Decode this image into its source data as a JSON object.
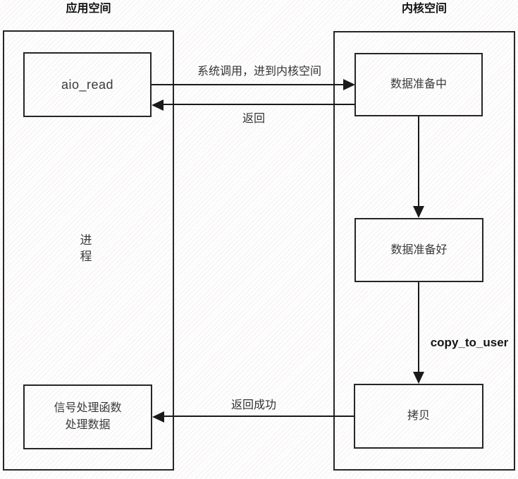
{
  "titles": {
    "app_space": "应用空间",
    "kernel_space": "内核空间"
  },
  "nodes": {
    "aio_read": "aio_read",
    "data_preparing": "数据准备中",
    "data_ready": "数据准备好",
    "copy": "拷贝",
    "signal_handler": "信号处理函数\n处理数据",
    "process": "进程"
  },
  "edges": {
    "syscall_label": "系统调用，进到内核空间",
    "return_label": "返回",
    "copy_to_user_label": "copy_to_user",
    "return_success_label": "返回成功"
  },
  "colors": {
    "line": "#1a1a1a",
    "box_border": "#262626",
    "text": "#3a3a3a"
  }
}
